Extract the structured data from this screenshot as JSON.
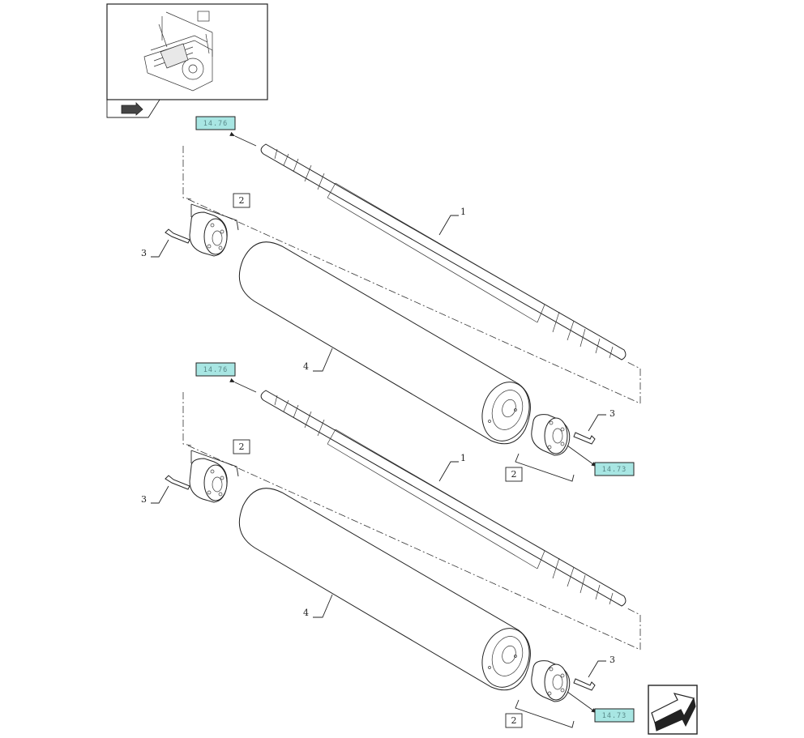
{
  "thumbnail": {
    "icon": "assembly-thumbnail-icon",
    "back_icon": "back-arrow-icon"
  },
  "groups": [
    {
      "callouts": {
        "shaft": "1",
        "flange": "2",
        "flange_right": "2",
        "screw_left": "3",
        "screw_right": "3",
        "roller": "4"
      },
      "refs": {
        "top": "14.76",
        "right": "14.73"
      }
    },
    {
      "callouts": {
        "shaft": "1",
        "flange": "2",
        "flange_right": "2",
        "screw_left": "3",
        "screw_right": "3",
        "roller": "4"
      },
      "refs": {
        "top": "14.76",
        "right": "14.73"
      }
    }
  ],
  "nav": {
    "icon": "next-page-arrow-icon"
  },
  "colors": {
    "reference": "#a8e6e3",
    "lines": "#222222"
  }
}
